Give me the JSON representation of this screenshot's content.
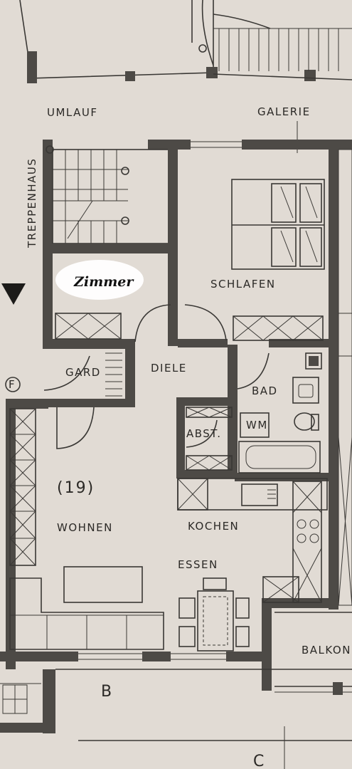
{
  "plan": {
    "labels": {
      "umlauf": "UMLAUF",
      "galerie": "GALERIE",
      "treppenhaus": "TREPPENHAUS",
      "zimmer": "Zimmer",
      "schlafen": "SCHLAFEN",
      "gard": "GARD",
      "diele": "DIELE",
      "bad": "BAD",
      "wm": "WM",
      "abst": "ABST.",
      "unit_number": "(19)",
      "wohnen": "WOHNEN",
      "kochen": "KOCHEN",
      "essen": "ESSEN",
      "balkon": "BALKON",
      "axis_b": "B",
      "axis_c": "C",
      "axis_f": "F"
    },
    "colors": {
      "paper": "#e9e5df",
      "wall": "#4d4a46",
      "ink": "#2b2926",
      "highlight": "#ffffff"
    },
    "icons": [
      "north-arrow-icon",
      "bed-icon",
      "stove-icon",
      "sink-icon",
      "toilet-icon",
      "bathtub-icon",
      "table-icon"
    ]
  }
}
